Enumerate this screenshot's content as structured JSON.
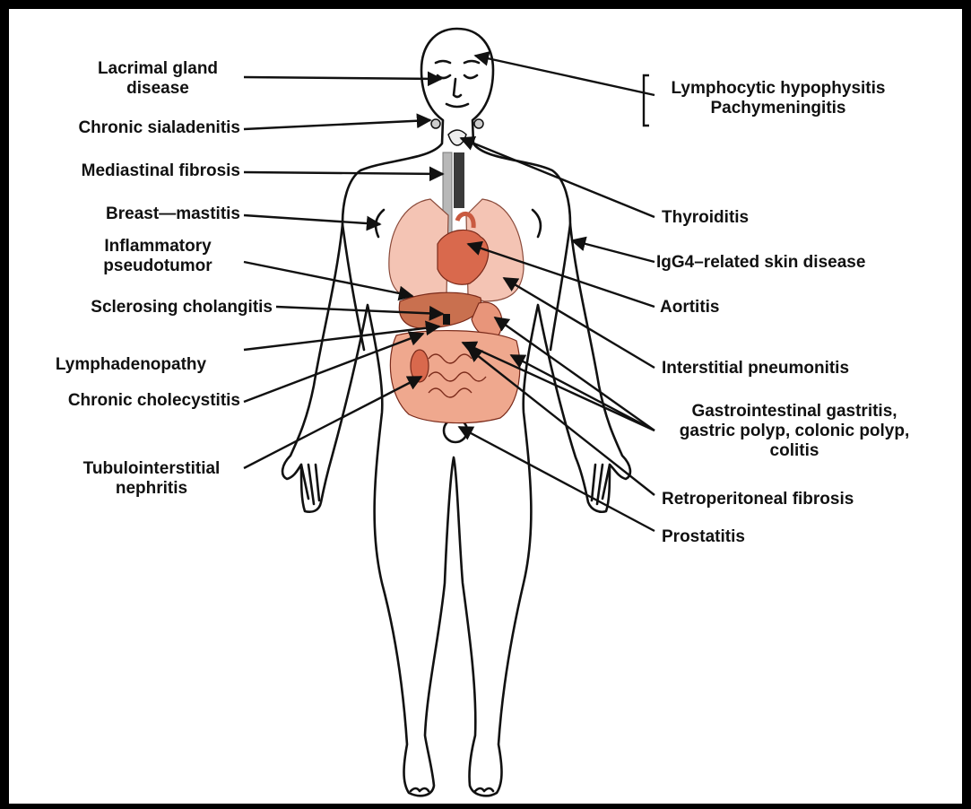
{
  "palette": {
    "lung": "#f4c4b4",
    "organ": "#e8957a",
    "heart": "#d9694d",
    "outline": "#111111",
    "trachea": "#b8b8b8",
    "mediastinum": "#3a3a3a"
  },
  "labels_left": {
    "lacrimal": [
      "Lacrimal gland",
      "disease"
    ],
    "sialadenitis": "Chronic sialadenitis",
    "mediastinal": "Mediastinal fibrosis",
    "breast": "Breast—mastitis",
    "pseudotumor": [
      "Inflammatory",
      "pseudotumor"
    ],
    "cholangitis": "Sclerosing cholangitis",
    "lymph": "Lymphadenopathy",
    "cholecystitis": "Chronic cholecystitis",
    "nephritis": [
      "Tubulointerstitial",
      "nephritis"
    ]
  },
  "labels_right": {
    "hypophysitis": [
      "Lymphocytic hypophysitis",
      "Pachymeningitis"
    ],
    "thyroiditis": "Thyroiditis",
    "skin": "IgG4–related skin disease",
    "aortitis": "Aortitis",
    "pneumonitis": "Interstitial pneumonitis",
    "gi": [
      "Gastrointestinal gastritis,",
      "gastric polyp, colonic polyp,",
      "colitis"
    ],
    "retroperitoneal": "Retroperitoneal fibrosis",
    "prostatitis": "Prostatitis"
  }
}
